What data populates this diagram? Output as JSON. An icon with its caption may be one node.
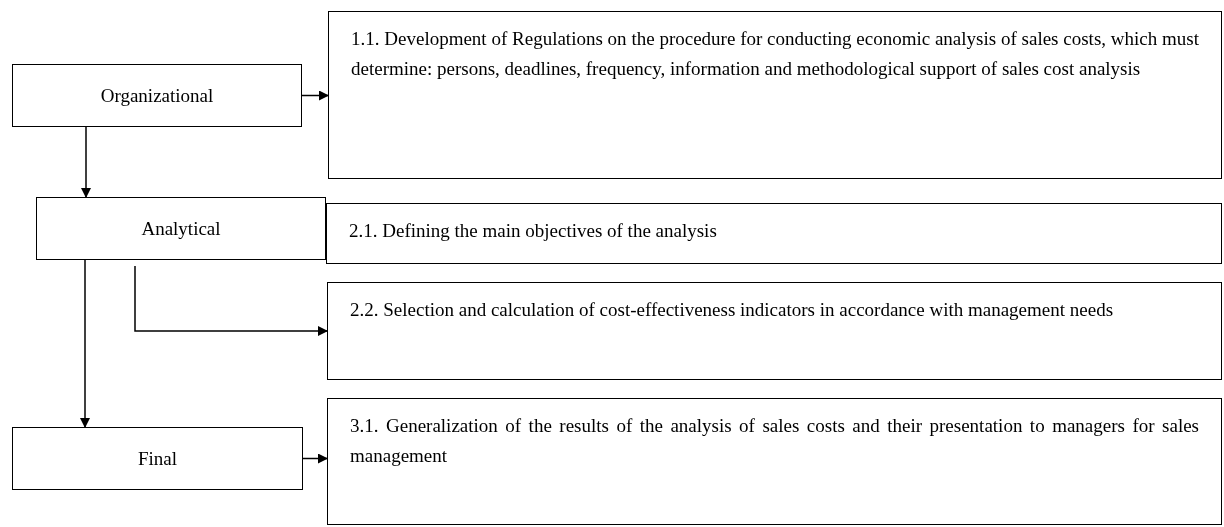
{
  "diagram": {
    "nodes": [
      {
        "text": [
          "Organizational"
        ]
      },
      {
        "text": [
          "1.1. Development of Regulations on the procedure for conducting economic analysis of sales costs, which must determine: persons, deadlines, frequency, information and methodological support of sales cost analysis"
        ]
      },
      {
        "text": [
          "Analytical"
        ]
      },
      {
        "text": [
          "2.1. Defining the main objectives of the analysis"
        ]
      },
      {
        "text": [
          "2.2. Selection and calculation of cost-effectiveness indicators in accordance with management needs"
        ]
      },
      {
        "text": [
          "Final"
        ]
      },
      {
        "text": [
          "3.1. Generalization of the results of the analysis of sales costs and their presentation to managers for sales management"
        ]
      }
    ],
    "edges": [
      {
        "from": 0,
        "to": 1,
        "arrow": "to"
      },
      {
        "from": 0,
        "to": 2,
        "arrow": "to"
      },
      {
        "from": 2,
        "to": 4,
        "arrow": "to"
      },
      {
        "from": 2,
        "to": 5,
        "arrow": "to"
      },
      {
        "from": 5,
        "to": 6,
        "arrow": "to"
      }
    ]
  }
}
